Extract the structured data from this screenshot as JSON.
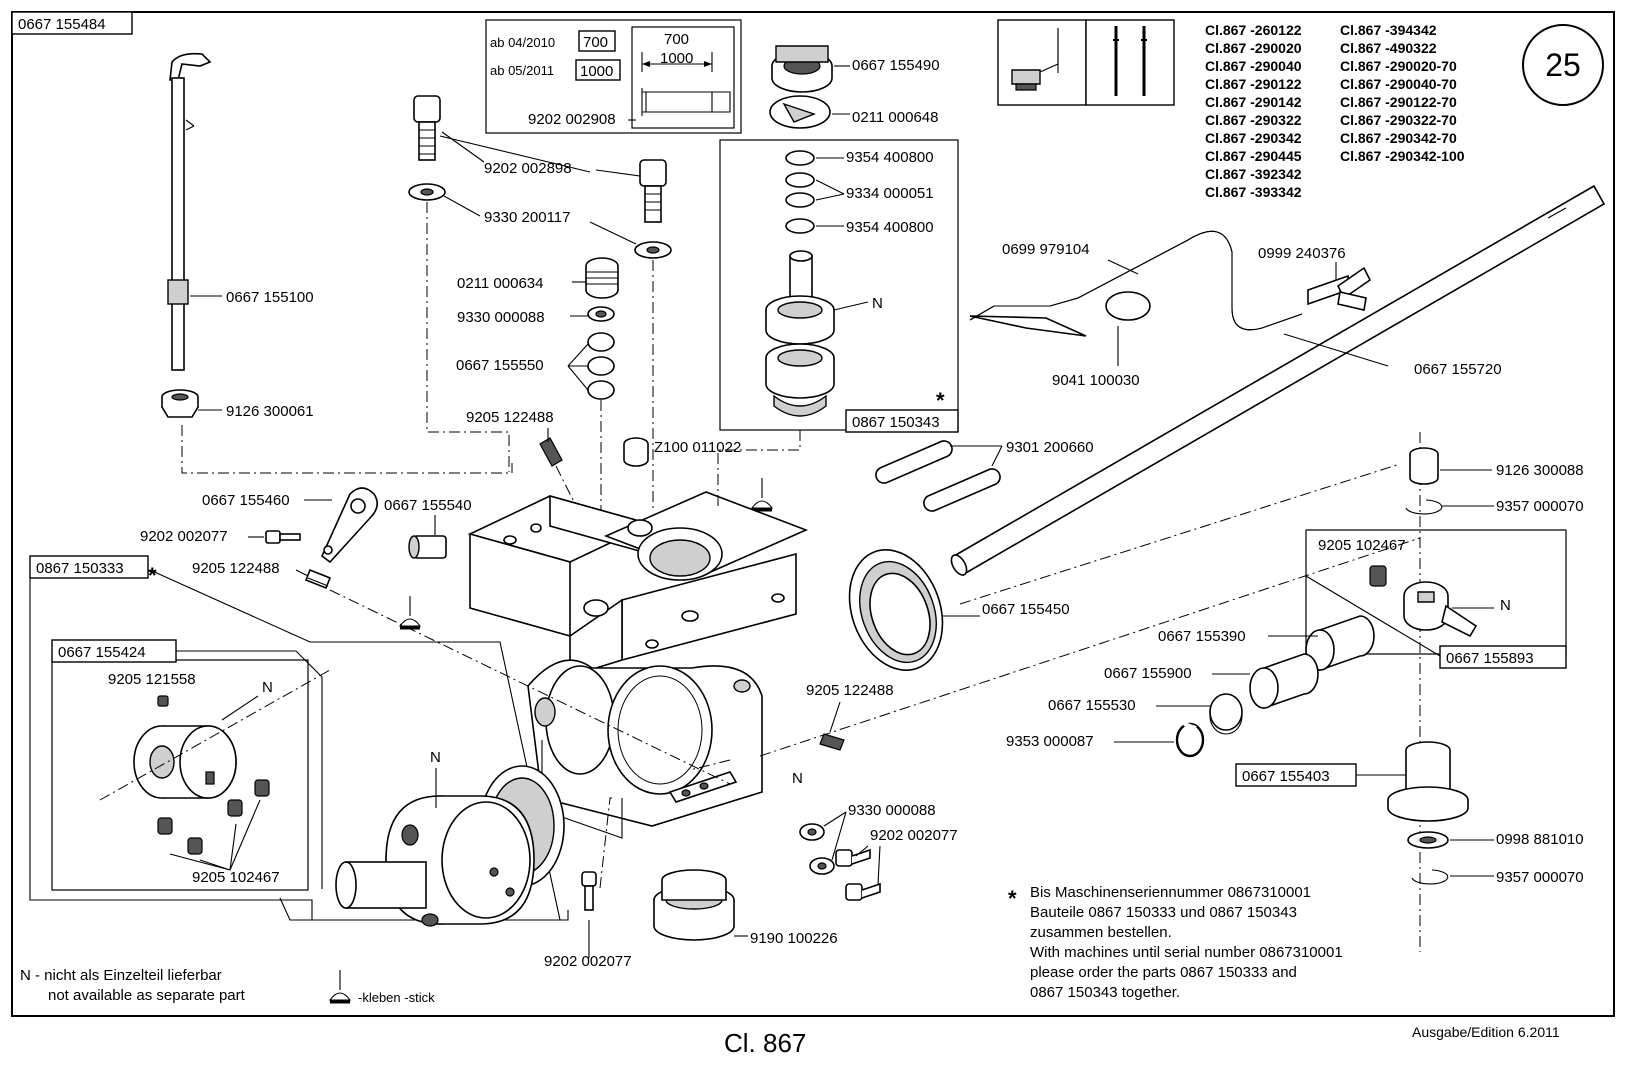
{
  "sheet": {
    "drawing_no": "0667 155484",
    "page_no": "25",
    "footer_title": "Cl. 867",
    "footer_edition": "Ausgabe/Edition  6.2011"
  },
  "classes": {
    "col1": [
      "Cl.867 -260122",
      "Cl.867 -290020",
      "Cl.867 -290040",
      "Cl.867 -290122",
      "Cl.867 -290142",
      "Cl.867 -290322",
      "Cl.867 -290342",
      "Cl.867 -290445",
      "Cl.867 -392342",
      "Cl.867 -393342"
    ],
    "col2": [
      "Cl.867 -394342",
      "Cl.867 -490322",
      "Cl.867 -290020-70",
      "Cl.867 -290040-70",
      "Cl.867 -290122-70",
      "Cl.867 -290322-70",
      "Cl.867 -290342-70",
      "Cl.867 -290342-100"
    ]
  },
  "length_box": {
    "row1_label": "ab 04/2010",
    "row1_value": "700",
    "row2_label": "ab 05/2011",
    "row2_value": "1000",
    "dim_top": "700",
    "dim_bottom": "1000",
    "part": "9202 002908"
  },
  "parts": {
    "p155100": "0667 155100",
    "p300061": "9126 300061",
    "p155460": "0667 155460",
    "p002077a": "9202 002077",
    "p150333": "0867 150333",
    "p122488a": "9205 122488",
    "p155540": "0667 155540",
    "p155424": "0667 155424",
    "p121558": "9205 121558",
    "p102467a": "9205 102467",
    "p002898": "9202 002898",
    "p200117": "9330 200117",
    "p000634": "0211 000634",
    "p000088a": "9330 000088",
    "p155550": "0667 155550",
    "p122488b": "9205 122488",
    "p011022": "Z100 011022",
    "p155490": "0667 155490",
    "p000648": "0211 000648",
    "p400800a": "9354 400800",
    "p000051": "9334 000051",
    "p400800b": "9354 400800",
    "p150343": "0867 150343",
    "p979104": "0699 979104",
    "p240376": "0999 240376",
    "p100030": "9041 100030",
    "p155720": "0667 155720",
    "p200660": "9301 200660",
    "p155450": "0667 155450",
    "p300088": "9126 300088",
    "p000070a": "9357 000070",
    "p102467b": "9205 102467",
    "p155893": "0667 155893",
    "p155390": "0667 155390",
    "p155900": "0667 155900",
    "p155530": "0667 155530",
    "p000087": "9353 000087",
    "p155403": "0667 155403",
    "p881010": "0998 881010",
    "p000070b": "9357 000070",
    "p122488c": "9205 122488",
    "p000088b": "9330 000088",
    "p002077b": "9202 002077",
    "p100226": "9190 100226",
    "p002077c": "9202 002077",
    "n": "N"
  },
  "notes": {
    "star": "*",
    "de1": "Bis Maschinenseriennummer 0867310001",
    "de2": "Bauteile 0867 150333 und 0867 150343",
    "de3": "zusammen bestellen.",
    "en1": "With machines until serial number 0867310001",
    "en2": "please order the parts 0867 150333 and",
    "en3": "0867 150343 together."
  },
  "legend": {
    "n_de": "N - nicht als Einzelteil lieferbar",
    "n_en": "not available as separate part",
    "glue": "-kleben -stick"
  }
}
